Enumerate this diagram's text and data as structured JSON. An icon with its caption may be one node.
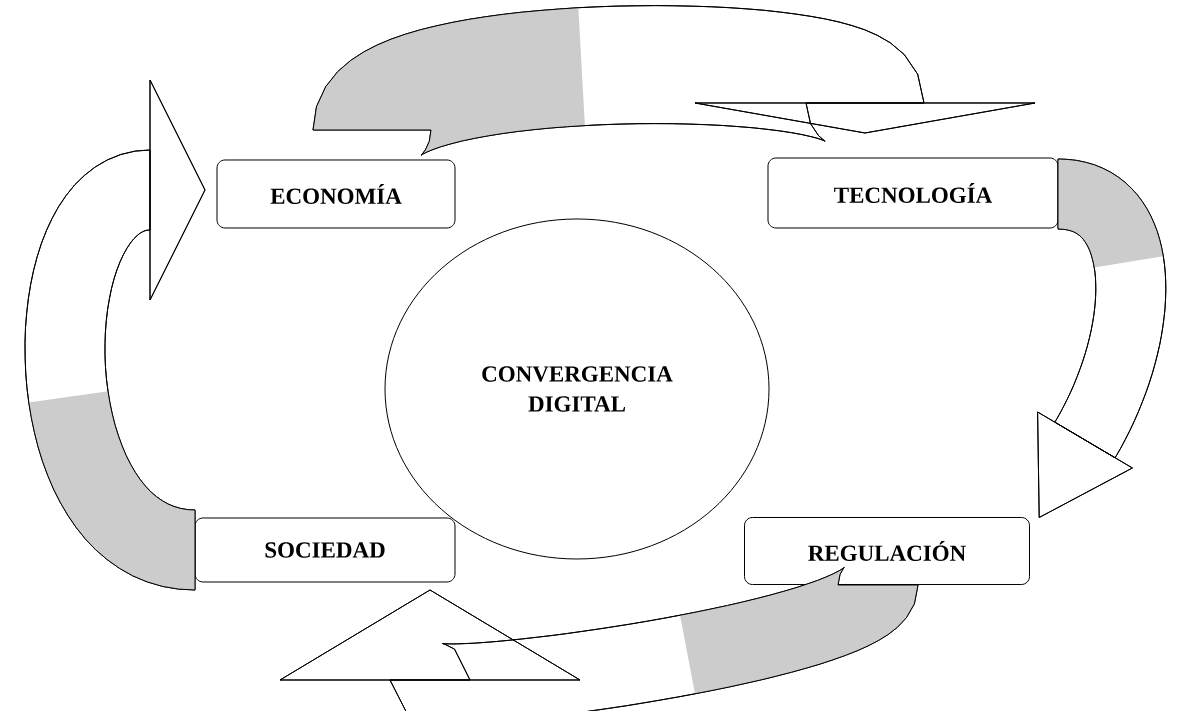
{
  "diagram": {
    "nodes": [
      {
        "text": [
          "ECONOMÍA"
        ]
      },
      {
        "text": [
          "TECNOLOGÍA"
        ]
      },
      {
        "text": [
          "CONVERGENCIA DIGITAL"
        ]
      },
      {
        "text": [
          "SOCIEDAD"
        ]
      },
      {
        "text": [
          "REGULACIÓN"
        ]
      }
    ],
    "edges": [
      {
        "from": 0,
        "to": 1,
        "arrow": "to"
      },
      {
        "from": 1,
        "to": 4,
        "arrow": "to"
      },
      {
        "from": 4,
        "to": 3,
        "arrow": "to"
      },
      {
        "from": 3,
        "to": 0,
        "arrow": "to"
      }
    ]
  }
}
